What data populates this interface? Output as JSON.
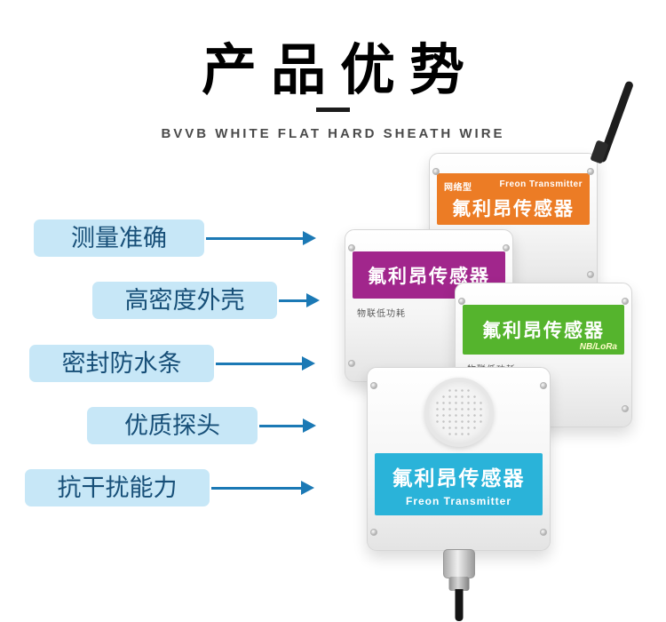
{
  "header": {
    "title": "产品优势",
    "subtitle": "BVVB WHITE FLAT HARD SHEATH WIRE"
  },
  "features": [
    {
      "label": "测量准确"
    },
    {
      "label": "高密度外壳"
    },
    {
      "label": "密封防水条"
    },
    {
      "label": "优质探头"
    },
    {
      "label": "抗干扰能力"
    }
  ],
  "products": {
    "orange": {
      "tag": "网络型",
      "subtitle": "Freon Transmitter",
      "name": "氟利昂传感器",
      "color": "#ec7c25"
    },
    "purple": {
      "name": "氟利昂传感器",
      "note": "物联低功耗",
      "color": "#a1268c"
    },
    "green": {
      "name": "氟利昂传感器",
      "badge": "NB/LoRa",
      "note": "物联低功耗",
      "color": "#55b42d"
    },
    "cyan": {
      "name": "氟利昂传感器",
      "subtitle": "Freon Transmitter",
      "color": "#2ab3d9"
    }
  },
  "colors": {
    "pill_background": "#c7e7f7",
    "pill_text": "#174f78",
    "arrow": "#1b79b5"
  }
}
